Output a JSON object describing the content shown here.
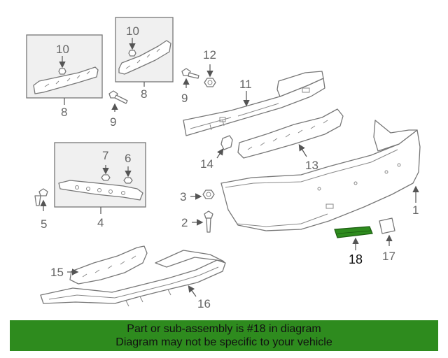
{
  "callouts": {
    "c1": "1",
    "c2": "2",
    "c3": "3",
    "c4": "4",
    "c5": "5",
    "c6": "6",
    "c7": "7",
    "c8a": "8",
    "c8b": "8",
    "c9a": "9",
    "c9b": "9",
    "c10a": "10",
    "c10b": "10",
    "c11": "11",
    "c12": "12",
    "c13": "13",
    "c14": "14",
    "c15": "15",
    "c16": "16",
    "c17": "17",
    "c18": "18"
  },
  "banner": {
    "line1": "Part or sub-assembly is #18 in diagram",
    "line2": "Diagram may not be specific to your vehicle"
  },
  "colors": {
    "highlight_part": "#2e8b1e",
    "banner_bg": "#2e8b1e"
  }
}
